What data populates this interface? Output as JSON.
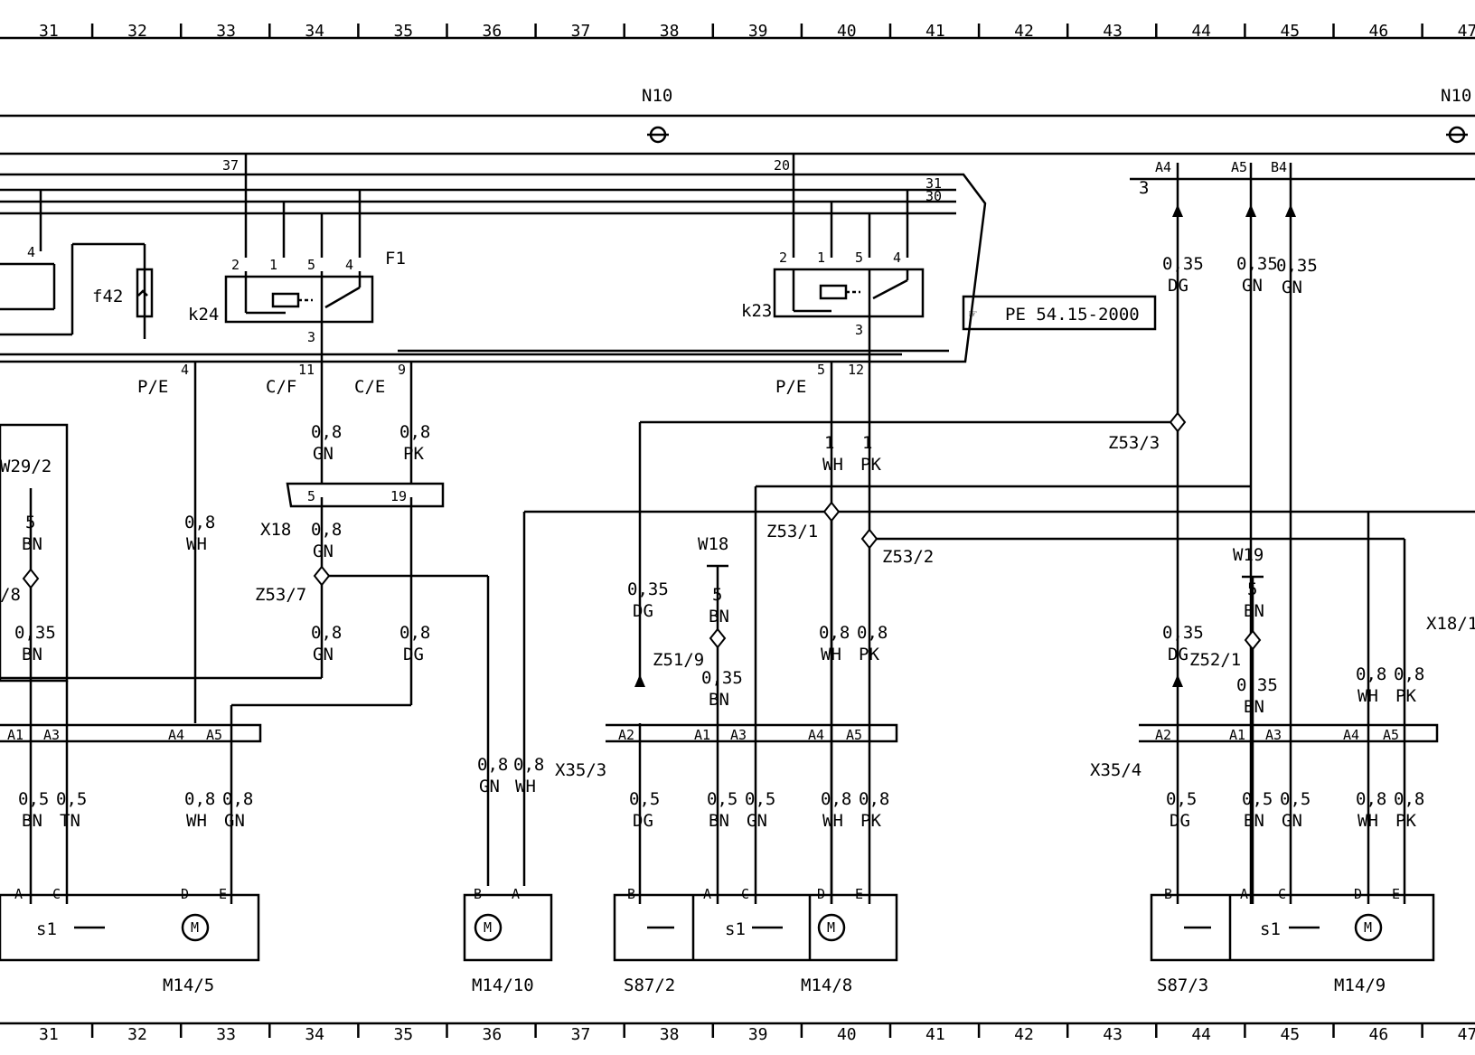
{
  "ruler": [
    "31",
    "32",
    "33",
    "34",
    "35",
    "36",
    "37",
    "38",
    "39",
    "40",
    "41",
    "42",
    "43",
    "44",
    "45",
    "46",
    "47"
  ],
  "units": {
    "n10": "N10",
    "f42": "f42",
    "f1": "F1",
    "k24": "k24",
    "k23": "k23",
    "w29_2": "W29/2",
    "w18": "W18",
    "w19": "W19",
    "x18": "X18",
    "x18_1": "X18/1",
    "x35_3": "X35/3",
    "x35_4": "X35/4",
    "m14_5": "M14/5",
    "m14_10": "M14/10",
    "m14_8": "M14/8",
    "m14_9": "M14/9",
    "s87_2": "S87/2",
    "s87_3": "S87/3",
    "s1": "s1"
  },
  "splices": {
    "z53_7": "Z53/7",
    "z53_3": "Z53/3",
    "z53_1": "Z53/1",
    "z53_2": "Z53/2",
    "z51_9": "Z51/9",
    "z52_1": "Z52/1",
    "z_left_fragment": "/8"
  },
  "reference": "PE 54.15-2000",
  "bus_labels": {
    "b37": "37",
    "b20": "20",
    "b31": "31",
    "b30": "30",
    "b3": "3"
  },
  "pins": {
    "a4": "A4",
    "a5": "A5",
    "b4": "B4",
    "p1": "1",
    "p2": "2",
    "p3": "3",
    "p4": "4",
    "p5": "5",
    "p9": "9",
    "p11": "11",
    "p12": "12",
    "p19": "19",
    "pe": "P/E",
    "cf": "C/F",
    "ce": "C/E",
    "a1": "A1",
    "a2": "A2",
    "a3": "A3",
    "pA": "A",
    "pB": "B",
    "pC": "C",
    "pD": "D",
    "pE": "E"
  },
  "wires": {
    "s035": "0,35",
    "s05": "0,5",
    "s08": "0,8",
    "s1": "1",
    "s5": "5",
    "bn": "BN",
    "wh": "WH",
    "gn": "GN",
    "pk": "PK",
    "dg": "DG",
    "tn": "TN"
  }
}
